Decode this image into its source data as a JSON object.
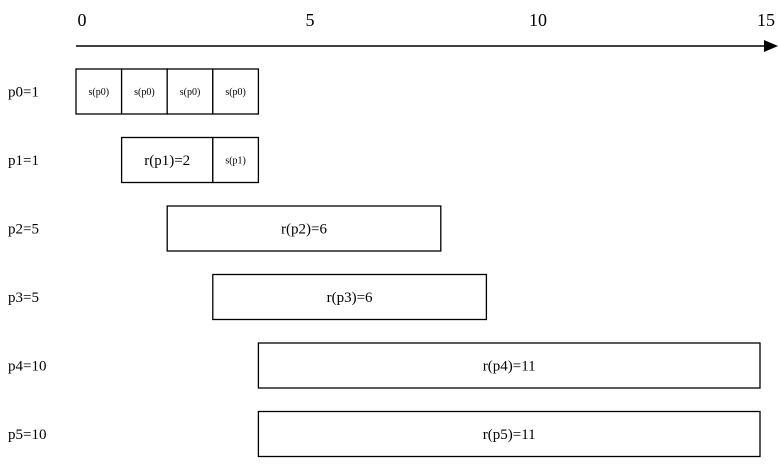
{
  "axis": {
    "min": 0,
    "max": 15,
    "ticks": [
      {
        "value": 0,
        "label": "0"
      },
      {
        "value": 5,
        "label": "5"
      },
      {
        "value": 10,
        "label": "10"
      },
      {
        "value": 15,
        "label": "15"
      }
    ]
  },
  "rows": [
    {
      "label": "p0=1",
      "segments": [
        {
          "start": 0,
          "end": 1,
          "label": "s(p0)",
          "small": true
        },
        {
          "start": 1,
          "end": 2,
          "label": "s(p0)",
          "small": true
        },
        {
          "start": 2,
          "end": 3,
          "label": "s(p0)",
          "small": true
        },
        {
          "start": 3,
          "end": 4,
          "label": "s(p0)",
          "small": true
        }
      ]
    },
    {
      "label": "p1=1",
      "segments": [
        {
          "start": 1,
          "end": 3,
          "label": "r(p1)=2",
          "small": false
        },
        {
          "start": 3,
          "end": 4,
          "label": "s(p1)",
          "small": true
        }
      ]
    },
    {
      "label": "p2=5",
      "segments": [
        {
          "start": 2,
          "end": 8,
          "label": "r(p2)=6",
          "small": false
        }
      ]
    },
    {
      "label": "p3=5",
      "segments": [
        {
          "start": 3,
          "end": 9,
          "label": "r(p3)=6",
          "small": false
        }
      ]
    },
    {
      "label": "p4=10",
      "segments": [
        {
          "start": 4,
          "end": 15,
          "label": "r(p4)=11",
          "small": false
        }
      ]
    },
    {
      "label": "p5=10",
      "segments": [
        {
          "start": 4,
          "end": 15,
          "label": "r(p5)=11",
          "small": false
        }
      ]
    }
  ]
}
